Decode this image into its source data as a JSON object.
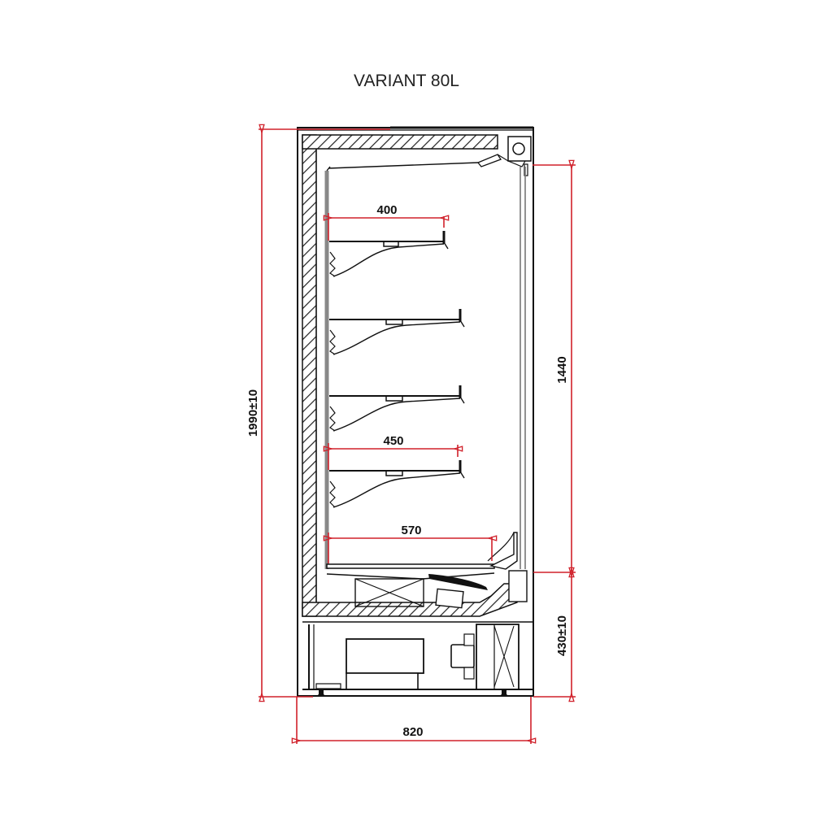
{
  "title": "VARIANT 80L",
  "colors": {
    "dimension_line": "#d0202a",
    "outline": "#111111",
    "hatch": "#222222",
    "background": "#ffffff"
  },
  "dimensions": {
    "total_height": "1990±10",
    "display_opening_height": "1440",
    "base_height": "430±10",
    "total_depth": "820",
    "shelf_top_depth": "400",
    "shelf_lower_depth": "450",
    "base_deck_depth": "570"
  },
  "components": {
    "shelves_count": 4,
    "insulated_walls": "hatched",
    "canopy_light": "circle-in-box",
    "compressor_unit": "bottom"
  }
}
